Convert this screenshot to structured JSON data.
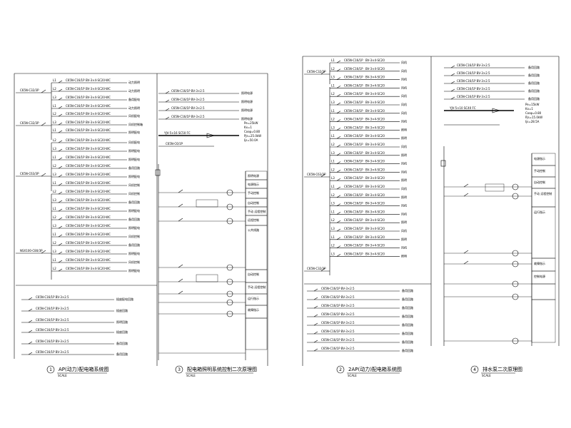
{
  "captions": [
    {
      "num": "1",
      "title": "AP(动力)配电箱系统图",
      "sub": "SCALE"
    },
    {
      "num": "3",
      "title": "配电箱照明系统控制二次原理图",
      "sub": "SCALE"
    },
    {
      "num": "2",
      "title": "2AP(动力)配电箱系统图",
      "sub": "SCALE"
    },
    {
      "num": "4",
      "title": "排水泵二次原理图",
      "sub": "SCALE"
    }
  ],
  "panel1": {
    "feeders": [
      "L1 动力照明",
      "L2 动力照明",
      "L3 备用配电",
      "L1 动力照明",
      "L2 风机配电",
      "L3 风机控制箱",
      "L1 照明配电",
      "L2 风机配电",
      "L3 照明配电",
      "L1 照明配电",
      "L2 备用回路",
      "L3 照明配电",
      "L1 风机控制",
      "L2 风机控制",
      "L3 备用回路",
      "L1 照明配电",
      "L2 备用回路",
      "L3 照明配电",
      "L1 风机控制",
      "L2 备用回路",
      "L3 照明配电",
      "L1 风机控制",
      "L2 照明配电"
    ],
    "breaker_a": "C65N-C32/3P",
    "breaker_b": "C65N-C63/3P",
    "breaker_c": "NSX100-C80/3P",
    "bottom": [
      "插座配电回路",
      "插座回路",
      "照明回路",
      "插座回路",
      "备用回路",
      "备用回路"
    ]
  },
  "panel3": {
    "right_labels": [
      "照明电源",
      "照明电源",
      "照明电源",
      "照明电源"
    ],
    "spec": [
      "Pe=25kW",
      "Kx=1",
      "Cosφ=0.80",
      "Pjs=25.0kW",
      "Ijs=50.0A"
    ],
    "legend": [
      "照明电源",
      "电源指示",
      "手动控制",
      "自动控制",
      "手动 远程控制",
      "远程控制",
      "公共线路",
      "自动控制",
      "手动 远程控制",
      "运行指示",
      "故障指示"
    ]
  },
  "panel2": {
    "breaker_a": "C65N-C32/3P",
    "breaker_b": "C65N-C63/3P",
    "feeders": [
      "L1 风机",
      "L2 风机",
      "L3 风机",
      "L1 风机",
      "L2 风机",
      "L3 风机",
      "L1 风机",
      "L2 风机",
      "L3 照明",
      "L1 照明",
      "L2 风机",
      "L3 照明",
      "L1 风机",
      "L2 风机",
      "L3 照明",
      "L1 风机",
      "L2 照明",
      "L3 风机",
      "L1 风机",
      "L2 照明",
      "L3 风机",
      "L1 照明",
      "L2 风机",
      "L3 照明"
    ],
    "bottom": [
      "备用回路",
      "备用回路",
      "备用回路",
      "备用回路",
      "备用回路",
      "备用回路",
      "备用回路",
      "备用回路"
    ]
  },
  "panel4": {
    "right_labels": [
      "备用回路",
      "备用回路",
      "备用回路",
      "备用回路",
      "备用回路"
    ],
    "spec": [
      "Pe=15kW",
      "Kx=1",
      "Cosφ=0.80",
      "Pjs=15.0kW",
      "Ijs=28.5A"
    ],
    "legend": [
      "电源指示",
      "手动控制",
      "自动控制",
      "手动 远程控制",
      "运行指示",
      "故障指示",
      "控制电源"
    ]
  }
}
